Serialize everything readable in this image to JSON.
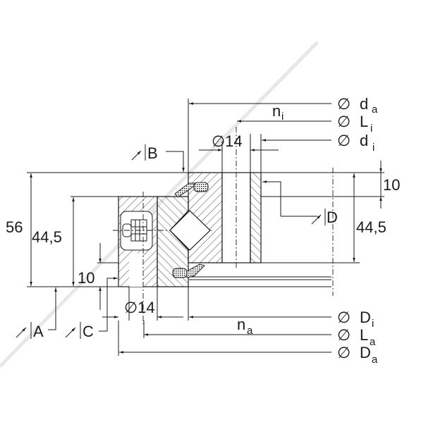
{
  "drawing": {
    "right_labels": {
      "da": {
        "sym": "∅",
        "main": "d",
        "sub": "a"
      },
      "Li": {
        "sym": "∅",
        "main": "L",
        "sub": "i"
      },
      "di": {
        "sym": "∅",
        "main": "d",
        "sub": "i"
      },
      "Di": {
        "sym": "∅",
        "main": "D",
        "sub": "i"
      },
      "La": {
        "sym": "∅",
        "main": "L",
        "sub": "a"
      },
      "Da": {
        "sym": "∅",
        "main": "D",
        "sub": "a"
      }
    },
    "ni": {
      "main": "n",
      "sub": "i"
    },
    "na": {
      "main": "n",
      "sub": "a"
    },
    "dims": {
      "height_total": "56",
      "height_outer": "44,5",
      "height_inner": "44,5",
      "offset_top": "10",
      "offset_bottom": "10",
      "hole_top": "∅14",
      "hole_bottom": "∅14"
    },
    "datums": {
      "A": "A",
      "B": "B",
      "C": "C",
      "D": "D"
    },
    "colors": {
      "line": "#1a1a1a",
      "watermark": "#e6e6e6"
    }
  }
}
